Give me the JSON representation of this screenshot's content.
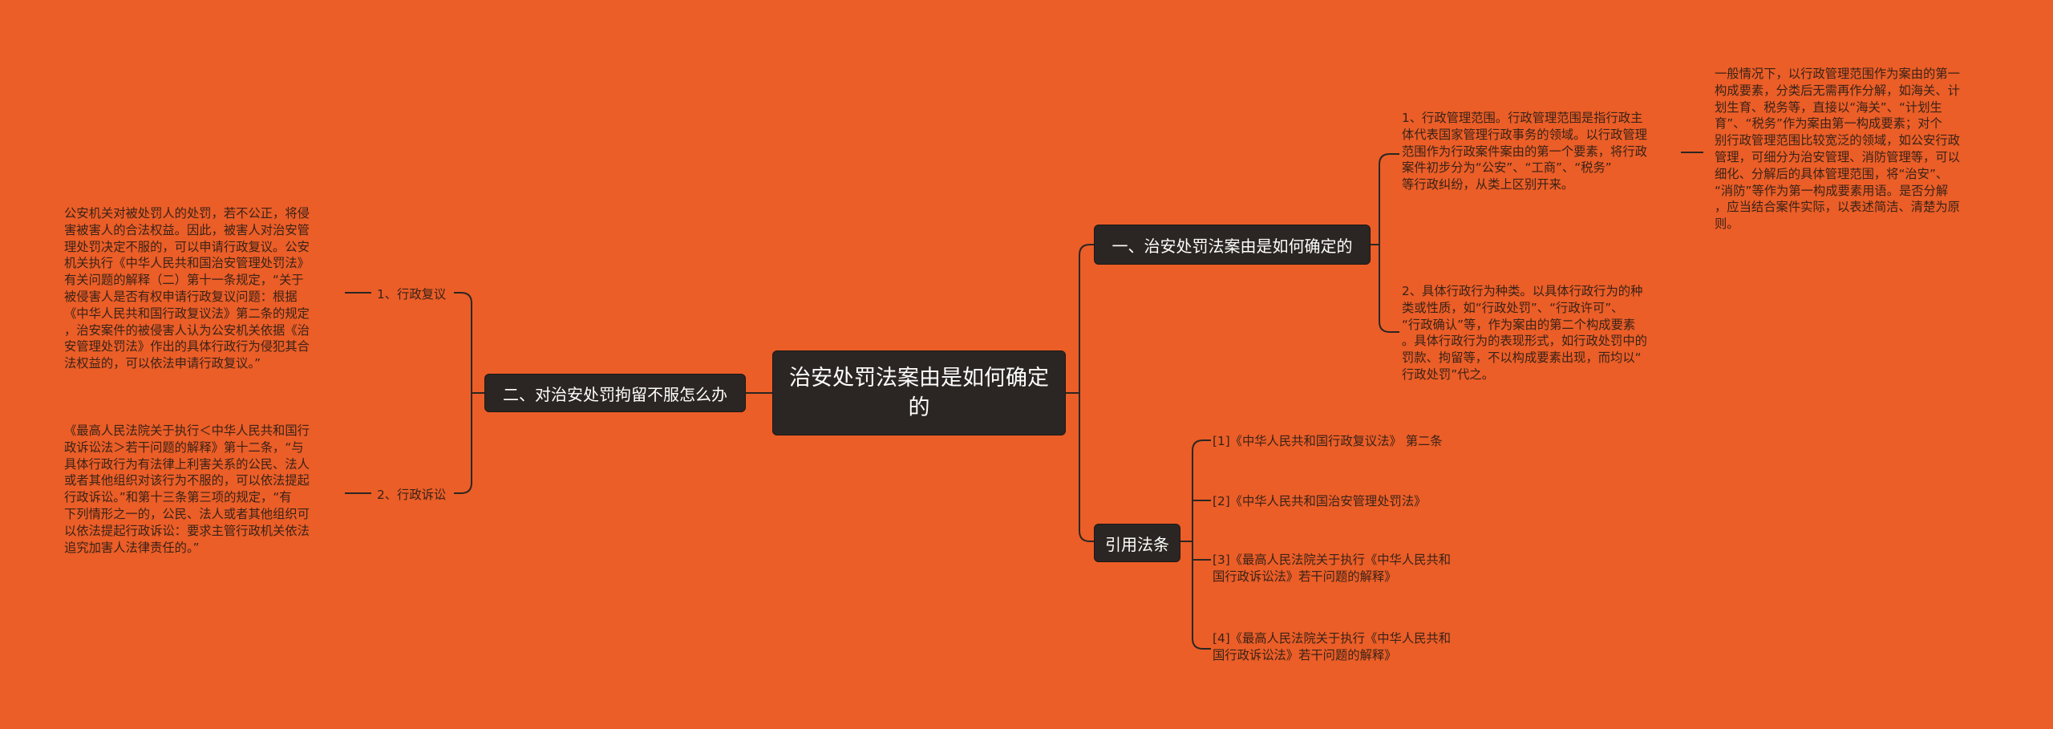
{
  "colors": {
    "background": "#EB5E27",
    "node_fill": "#2B2623",
    "line": "#2B2623",
    "text": "#3a2218"
  },
  "root": {
    "label": "治安处罚法案由是如何确定的"
  },
  "right": {
    "branch1": {
      "label": "一、治安处罚法案由是如何确定的",
      "item1": {
        "text": "1、行政管理范围。行政管理范围是指行政主\n体代表国家管理行政事务的领域。以行政管理\n范围作为行政案件案由的第一个要素，将行政\n案件初步分为“公安”、“工商”、“税务”\n等行政纠纷，从类上区别开来。",
        "detail": "一般情况下，以行政管理范围作为案由的第一\n构成要素，分类后无需再作分解，如海关、计\n划生育、税务等，直接以“海关”、“计划生\n育”、“税务”作为案由第一构成要素；对个\n别行政管理范围比较宽泛的领域，如公安行政\n管理，可细分为治安管理、消防管理等，可以\n细化、分解后的具体管理范围，将“治安”、\n“消防”等作为第一构成要素用语。是否分解\n，应当结合案件实际，以表述简洁、清楚为原\n则。"
      },
      "item2": {
        "text": "2、具体行政行为种类。以具体行政行为的种\n类或性质，如“行政处罚”、“行政许可”、\n“行政确认”等，作为案由的第二个构成要素\n。具体行政行为的表现形式，如行政处罚中的\n罚款、拘留等，不以构成要素出现，而均以“\n行政处罚”代之。"
      }
    },
    "branch2": {
      "label": "引用法条",
      "items": [
        "[1]《中华人民共和国行政复议法》 第二条",
        "[2]《中华人民共和国治安管理处罚法》",
        "[3]《最高人民法院关于执行《中华人民共和\n国行政诉讼法》若干问题的解释》",
        "[4]《最高人民法院关于执行《中华人民共和\n国行政诉讼法》若干问题的解释》"
      ]
    }
  },
  "left": {
    "branch1": {
      "label": "二、对治安处罚拘留不服怎么办",
      "item1": {
        "label": "1、行政复议",
        "detail": "公安机关对被处罚人的处罚，若不公正，将侵\n害被害人的合法权益。因此，被害人对治安管\n理处罚决定不服的，可以申请行政复议。公安\n机关执行《中华人民共和国治安管理处罚法》\n有关问题的解释（二）第十一条规定，“关于\n被侵害人是否有权申请行政复议问题：根据\n《中华人民共和国行政复议法》第二条的规定\n，治安案件的被侵害人认为公安机关依据《治\n安管理处罚法》作出的具体行政行为侵犯其合\n法权益的，可以依法申请行政复议。”"
      },
      "item2": {
        "label": "2、行政诉讼",
        "detail": "《最高人民法院关于执行＜中华人民共和国行\n政诉讼法＞若干问题的解释》第十二条，“与\n具体行政行为有法律上利害关系的公民、法人\n或者其他组织对该行为不服的，可以依法提起\n行政诉讼。”和第十三条第三项的规定，“有\n下列情形之一的，公民、法人或者其他组织可\n以依法提起行政诉讼：要求主管行政机关依法\n追究加害人法律责任的。”"
      }
    }
  }
}
